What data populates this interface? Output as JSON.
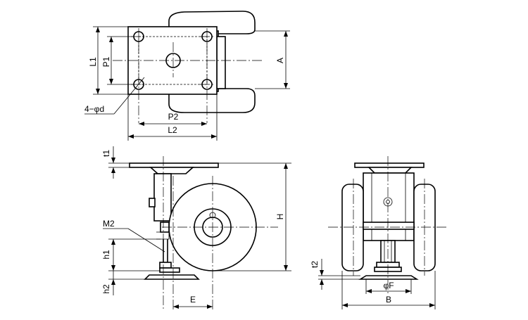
{
  "labels": {
    "L1": "L1",
    "P1": "P1",
    "A": "A",
    "hole": "4−φd",
    "P2": "P2",
    "L2": "L2",
    "t1": "t1",
    "H": "H",
    "M2": "M2",
    "h1": "h1",
    "h2": "h2",
    "E": "E",
    "t2": "t2",
    "F": "φF",
    "B": "B"
  }
}
